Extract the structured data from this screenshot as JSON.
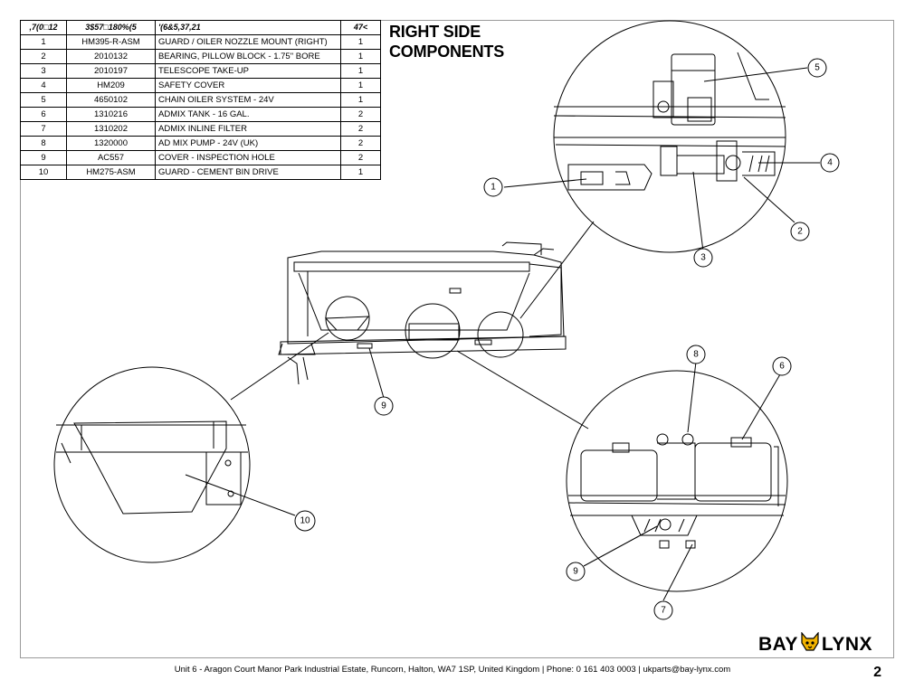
{
  "title": {
    "line1": "RIGHT SIDE",
    "line2": "COMPONENTS"
  },
  "bom": {
    "headers": {
      "item": ",7(0□12",
      "part": "3$57□180%(5",
      "desc": "'(6&5,37,21",
      "qty": "47<"
    },
    "rows": [
      {
        "item": "1",
        "part": "HM395-R-ASM",
        "desc": "GUARD / OILER NOZZLE MOUNT (RIGHT)",
        "qty": "1"
      },
      {
        "item": "2",
        "part": "2010132",
        "desc": "BEARING, PILLOW BLOCK - 1.75\" BORE",
        "qty": "1"
      },
      {
        "item": "3",
        "part": "2010197",
        "desc": "TELESCOPE TAKE-UP",
        "qty": "1"
      },
      {
        "item": "4",
        "part": "HM209",
        "desc": "SAFETY COVER",
        "qty": "1"
      },
      {
        "item": "5",
        "part": "4650102",
        "desc": "CHAIN OILER SYSTEM - 24V",
        "qty": "1"
      },
      {
        "item": "6",
        "part": "1310216",
        "desc": "ADMIX TANK - 16 GAL.",
        "qty": "2"
      },
      {
        "item": "7",
        "part": "1310202",
        "desc": "ADMIX INLINE FILTER",
        "qty": "2"
      },
      {
        "item": "8",
        "part": "1320000",
        "desc": "AD MIX PUMP - 24V (UK)",
        "qty": "2"
      },
      {
        "item": "9",
        "part": "AC557",
        "desc": "COVER - INSPECTION HOLE",
        "qty": "2"
      },
      {
        "item": "10",
        "part": "HM275-ASM",
        "desc": "GUARD - CEMENT BIN DRIVE",
        "qty": "1"
      }
    ]
  },
  "balloons": {
    "b1": "1",
    "b2": "2",
    "b3": "3",
    "b4": "4",
    "b5": "5",
    "b6": "6",
    "b7": "7",
    "b8": "8",
    "b9a": "9",
    "b9b": "9",
    "b10": "10"
  },
  "footer": {
    "address": "Unit 6 - Aragon Court Manor Park Industrial Estate, Runcorn, Halton, WA7 1SP, United Kingdom  |  Phone: 0 161 403 0003  |  ukparts@bay-lynx.com",
    "page": "2"
  },
  "logo": {
    "left": "BAY",
    "right": "LYNX",
    "accent": "#f2b300",
    "icon": "lynx-head-icon"
  }
}
